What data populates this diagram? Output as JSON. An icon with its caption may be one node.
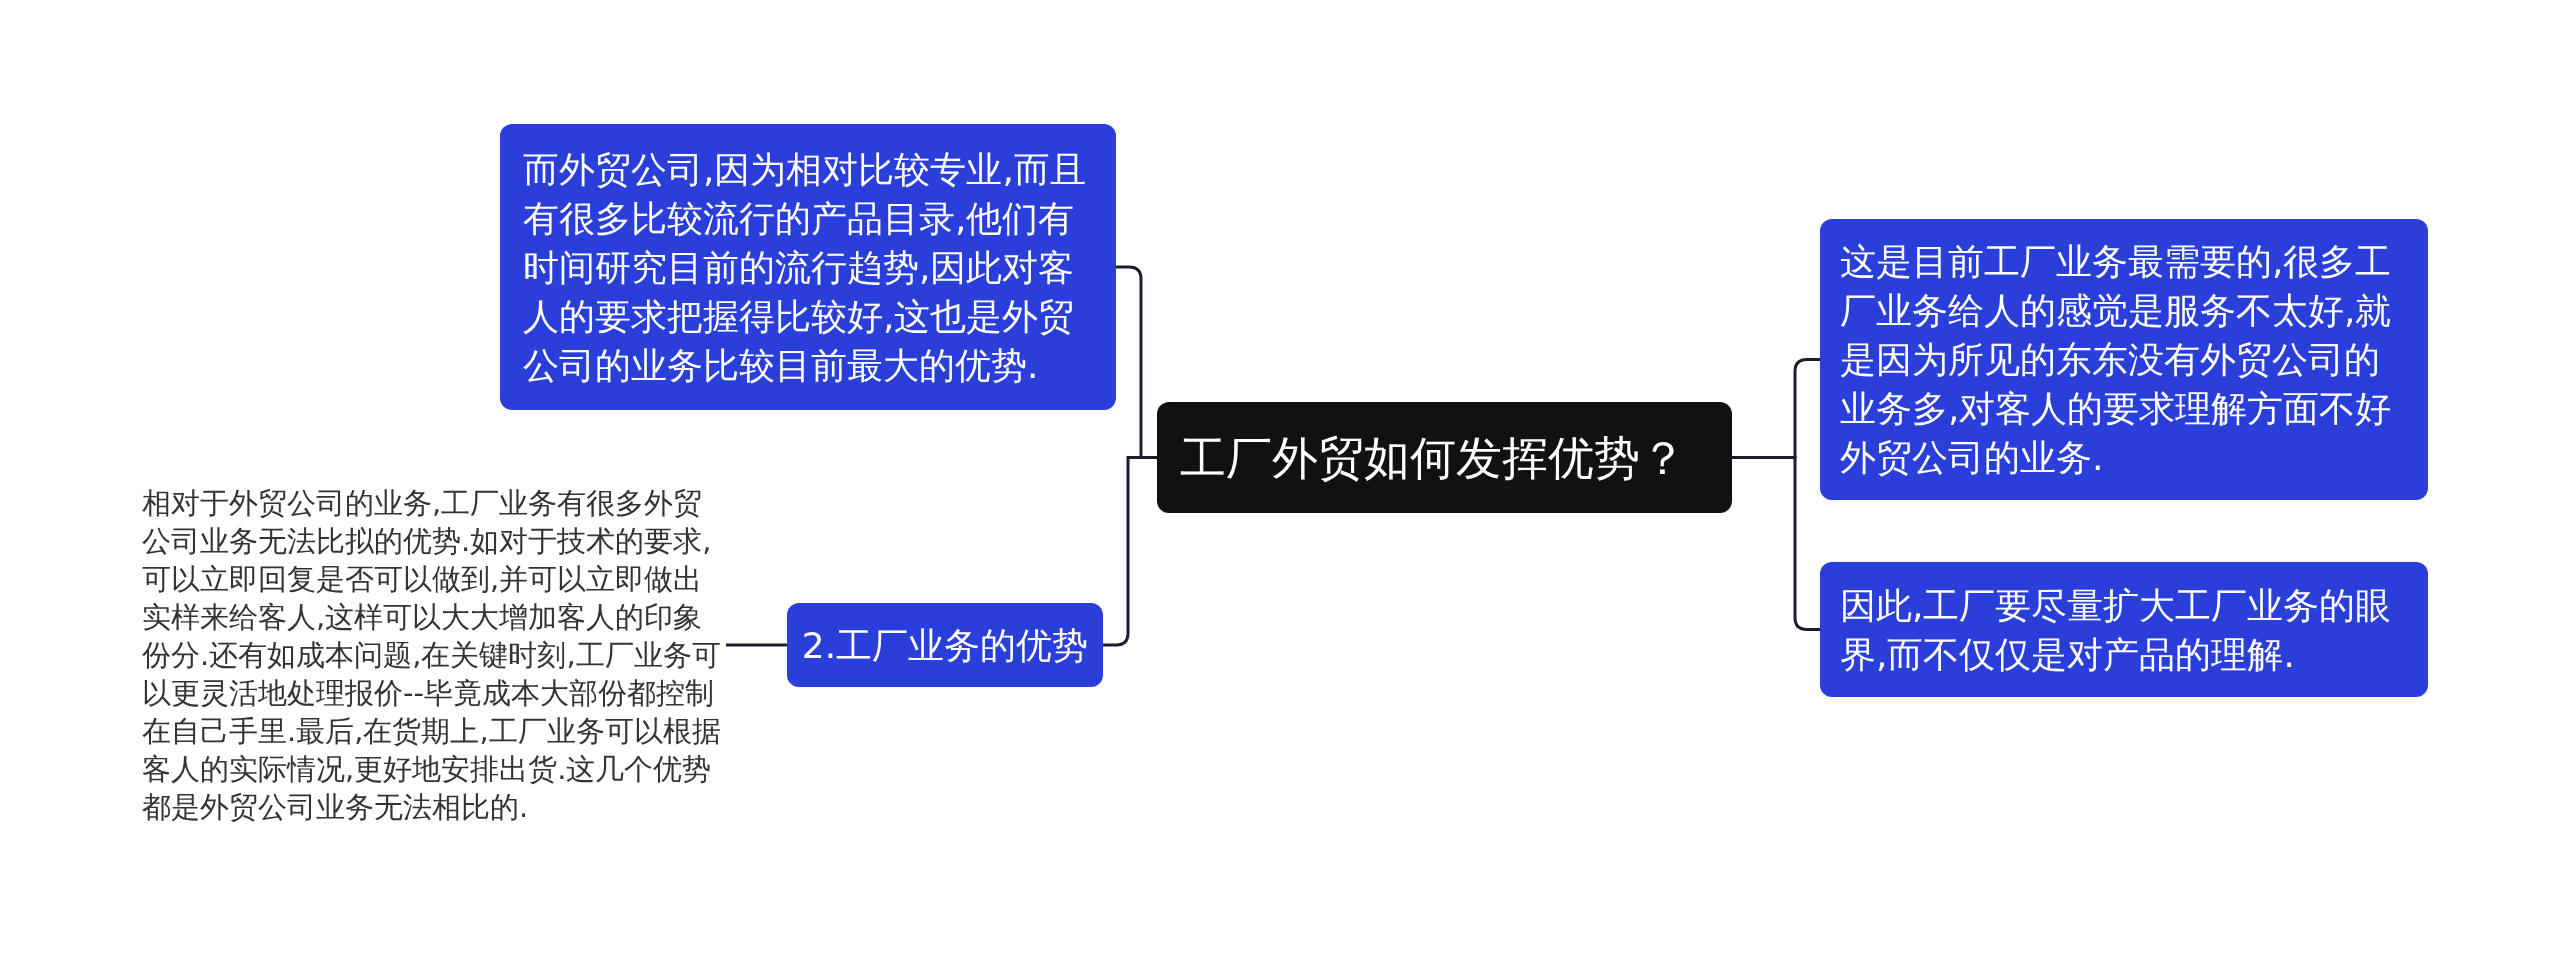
{
  "diagram": {
    "nodes": [
      {
        "text": [
          "工厂外贸如何发挥优势？"
        ]
      },
      {
        "text": [
          "而外贸公司,因为相对比较专业,而且有很多比较流行的产品目录,他们有时间研究目前的流行趋势,因此对客人的要求把握得比较好,这也是外贸公司的业务比较目前最大的优势."
        ]
      },
      {
        "text": [
          "2.工厂业务的优势"
        ]
      },
      {
        "text": [
          "相对于外贸公司的业务,工厂业务有很多外贸公司业务无法比拟的优势.如对于技术的要求,可以立即回复是否可以做到,并可以立即做出实样来给客人,这样可以大大增加客人的印象份分.还有如成本问题,在关键时刻,工厂业务可以更灵活地处理报价--毕竟成本大部份都控制在自己手里.最后,在货期上,工厂业务可以根据客人的实际情况,更好地安排出货.这几个优势都是外贸公司业务无法相比的."
        ]
      },
      {
        "text": [
          "这是目前工厂业务最需要的,很多工厂业务给人的感觉是服务不太好,就是因为所见的东东没有外贸公司的业务多,对客人的要求理解方面不好外贸公司的业务."
        ]
      },
      {
        "text": [
          "因此,工厂要尽量扩大工厂业务的眼界,而不仅仅是对产品的理解."
        ]
      }
    ],
    "edges": [
      {
        "from": 0,
        "to": 1,
        "arrow": "none"
      },
      {
        "from": 0,
        "to": 2,
        "arrow": "none"
      },
      {
        "from": 2,
        "to": 3,
        "arrow": "none"
      },
      {
        "from": 0,
        "to": 4,
        "arrow": "none"
      },
      {
        "from": 0,
        "to": 5,
        "arrow": "none"
      }
    ]
  }
}
